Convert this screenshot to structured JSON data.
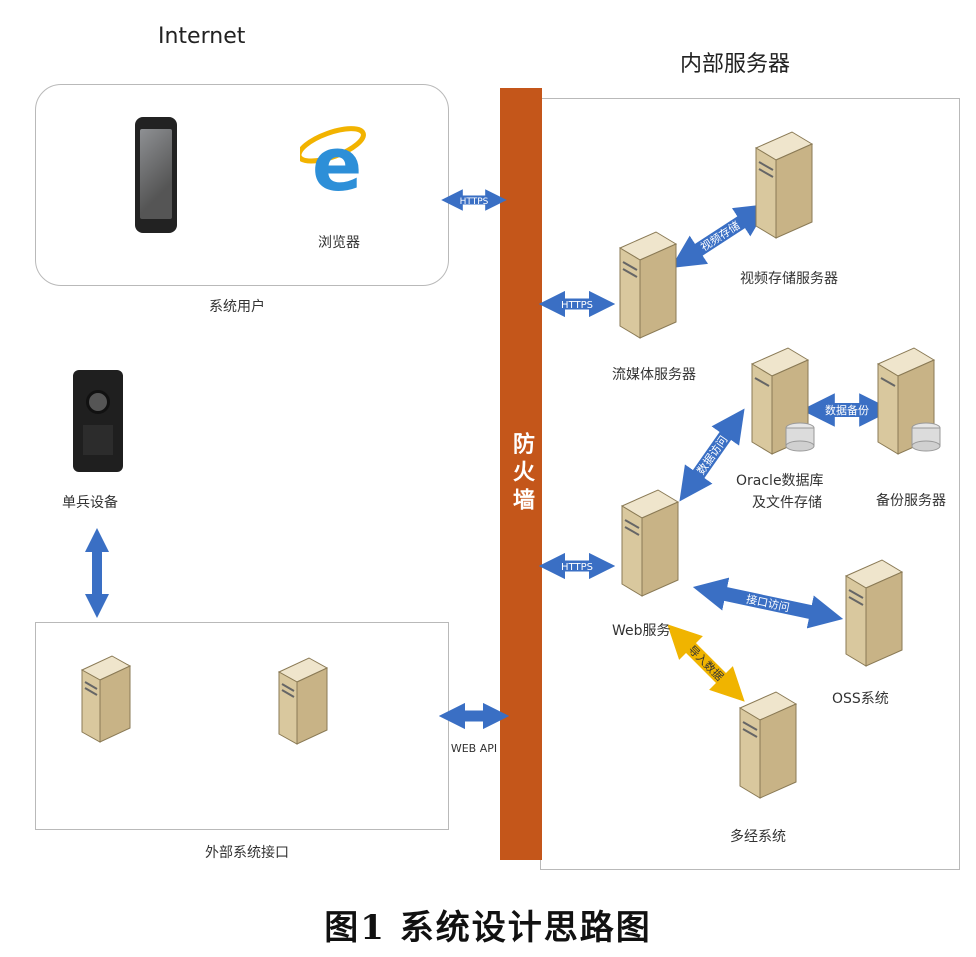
{
  "internet_label": "Internet",
  "internal_label": "内部服务器",
  "firewall_label": "防火墙",
  "users_group_label": "系统用户",
  "browser_label": "浏览器",
  "device_label": "单兵设备",
  "external_group_label": "外部系统接口",
  "links": {
    "https_1": "HTTPS",
    "https_2": "HTTPS",
    "https_3": "HTTPS",
    "web_api": "WEB API",
    "video_store": "视频存储",
    "data_access": "数据访问",
    "data_backup": "数据备份",
    "api_access": "接口访问",
    "import_data": "导入数据"
  },
  "servers": {
    "video_storage": "视频存储服务器",
    "streaming": "流媒体服务器",
    "oracle_line1": "Oracle数据库",
    "oracle_line2": "及文件存储",
    "backup": "备份服务器",
    "web": "Web服务",
    "oss": "OSS系统",
    "duojing": "多经系统"
  },
  "caption": "图1   系统设计思路图",
  "colors": {
    "firewall": "#c4561a",
    "arrow_blue": "#3a6fc4",
    "arrow_yellow": "#f0b400"
  }
}
